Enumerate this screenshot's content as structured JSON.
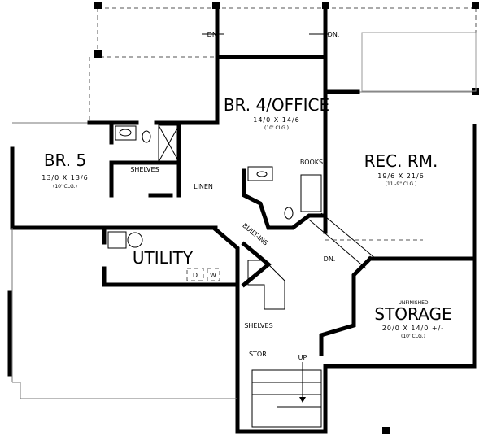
{
  "rooms": {
    "br5": {
      "name": "BR. 5",
      "size": "13/0 X 13/6",
      "ceiling": "(10' CLG.)"
    },
    "br4": {
      "name": "BR. 4/OFFICE",
      "size": "14/0 X 14/6",
      "ceiling": "(10' CLG.)"
    },
    "rec": {
      "name": "REC. RM.",
      "size": "19/6 X 21/6",
      "ceiling": "(11'-9\" CLG.)"
    },
    "utility": {
      "name": "UTILITY"
    },
    "storage": {
      "qualifier": "UNFINISHED",
      "name": "STORAGE",
      "size": "20/0 X 14/0 +/-",
      "ceiling": "(10' CLG.)"
    }
  },
  "labels": {
    "shelves_bath": "SHELVES",
    "linen": "LINEN",
    "books": "BOOKS",
    "built_ins": "BUILT-INS",
    "dn_stair": "DN.",
    "dn_left": "DN.",
    "dn_right": "DN.",
    "shelves_hall": "SHELVES",
    "stor": "STOR.",
    "up": "UP",
    "dryer": "D",
    "washer": "W"
  }
}
